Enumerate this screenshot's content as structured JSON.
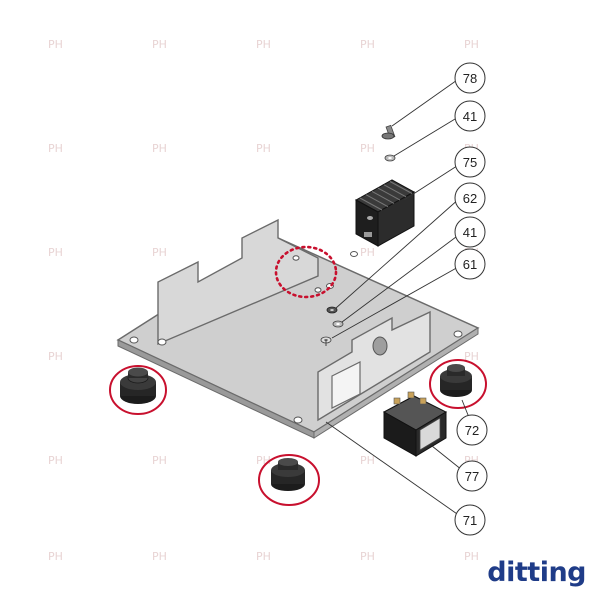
{
  "brand": {
    "logo_text": "ditting",
    "logo_color": "#1f3c88",
    "watermark_text": "PH"
  },
  "colors": {
    "highlight": "#c8102e",
    "plate": "#cfcfcf",
    "plate_edge": "#6b6b6b",
    "rubber": "#262626"
  },
  "callouts": [
    {
      "id": "78",
      "label": "78"
    },
    {
      "id": "41a",
      "label": "41"
    },
    {
      "id": "75",
      "label": "75"
    },
    {
      "id": "62",
      "label": "62"
    },
    {
      "id": "41b",
      "label": "41"
    },
    {
      "id": "61",
      "label": "61"
    },
    {
      "id": "72",
      "label": "72"
    },
    {
      "id": "77",
      "label": "77"
    },
    {
      "id": "71",
      "label": "71"
    }
  ]
}
